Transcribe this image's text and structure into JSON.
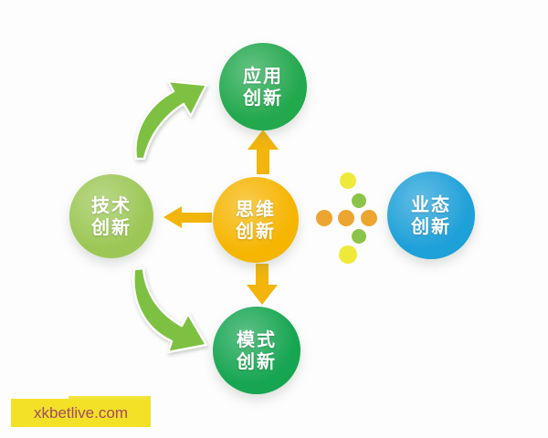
{
  "diagram": {
    "center": {
      "label": "思维创新",
      "line1": "思维",
      "line2": "创新",
      "color": "#f5b501"
    },
    "top": {
      "label": "应用创新",
      "line1": "应用",
      "line2": "创新",
      "color": "#22a84d"
    },
    "left": {
      "label": "技术创新",
      "line1": "技术",
      "line2": "创新",
      "color": "#9cc756"
    },
    "right": {
      "label": "业态创新",
      "line1": "业态",
      "line2": "创新",
      "color": "#1ea0d8"
    },
    "bottom": {
      "label": "模式创新",
      "line1": "模式",
      "line2": "创新",
      "color": "#16a551"
    },
    "arrows": {
      "straight_color": "#f2b50c",
      "curved_color": "#7ec142"
    },
    "dots": {
      "yellow": "#efe93a",
      "green": "#8cc34b",
      "orange": "#eca62f"
    }
  },
  "watermark": {
    "text": "xkbetlive.com",
    "background": "#f2e126",
    "color": "#a34a60"
  }
}
